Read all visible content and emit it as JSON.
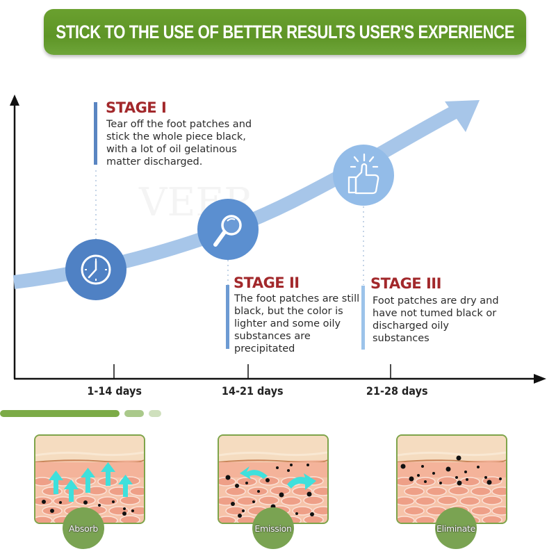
{
  "header": {
    "title": "STICK TO THE USE OF BETTER RESULTS USER'S EXPERIENCE"
  },
  "colors": {
    "banner_green": "#5e9526",
    "stage_title_red": "#a2282b",
    "curve_blue": "#a7c6e9",
    "circle_dark_blue": "#4f81c4",
    "circle_mid_blue": "#5b8fd0",
    "circle_light_blue": "#93bce8",
    "badge_green": "#7aa352"
  },
  "timeline": {
    "x_axis_labels": [
      "1-14 days",
      "14-21 days",
      "21-28 days"
    ],
    "stages": [
      {
        "title": "STAGE I",
        "description": "Tear off the foot patches and stick the whole piece black, with a lot of oil gelatinous matter discharged.",
        "icon": "clock-icon"
      },
      {
        "title": "STAGE II",
        "description": "The foot patches are still black, but the color is lighter and some oily substances are precipitated",
        "icon": "magnifier-icon"
      },
      {
        "title": "STAGE III",
        "description": "Foot patches are dry and have not tumed black or discharged oily substances",
        "icon": "thumbs-up-icon"
      }
    ]
  },
  "skin_panels": [
    {
      "label": "Absorb",
      "illustration": "skin-absorb"
    },
    {
      "label": "Emission",
      "illustration": "skin-emission"
    },
    {
      "label": "Eliminate",
      "illustration": "skin-eliminate"
    }
  ]
}
